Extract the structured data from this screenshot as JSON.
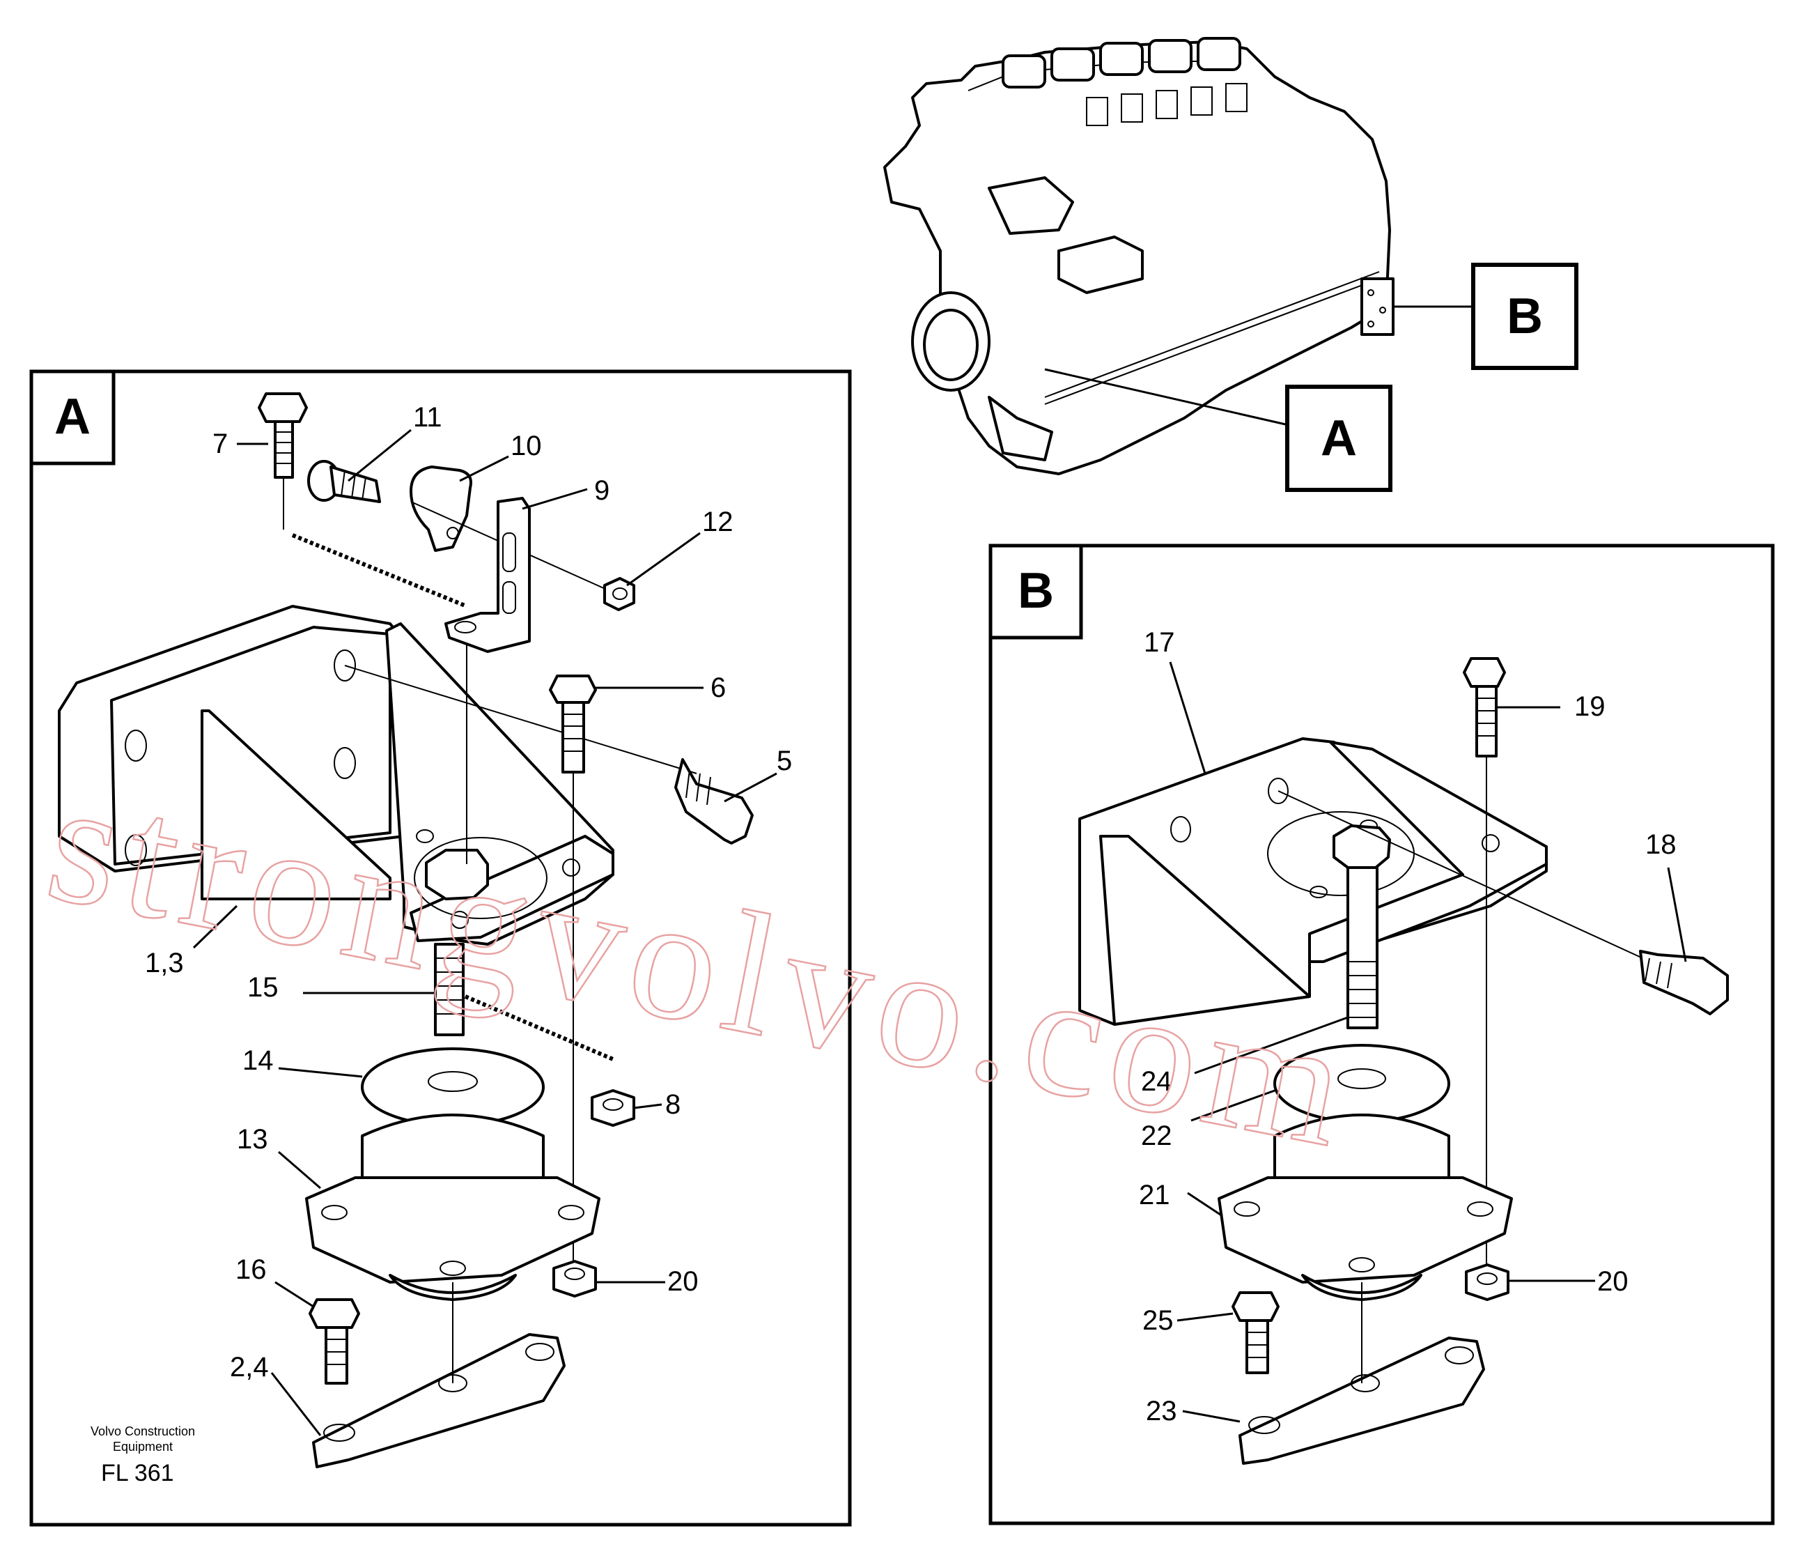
{
  "views": {
    "A": {
      "label": "A"
    },
    "B": {
      "label": "B"
    },
    "callout_A": "A",
    "callout_B": "B"
  },
  "part_labels": {
    "p7": "7",
    "p11": "11",
    "p10": "10",
    "p9": "9",
    "p12": "12",
    "p6": "6",
    "p5": "5",
    "p1_3": "1,3",
    "p15": "15",
    "p14": "14",
    "p8": "8",
    "p13": "13",
    "p16": "16",
    "p20a": "20",
    "p2_4": "2,4",
    "p17": "17",
    "p19": "19",
    "p18": "18",
    "p24": "24",
    "p22": "22",
    "p21": "21",
    "p20b": "20",
    "p25": "25",
    "p23": "23"
  },
  "footer": {
    "company_line1": "Volvo Construction",
    "company_line2": "Equipment",
    "code": "FL 361"
  },
  "watermark": "strongvolvo.com",
  "colors": {
    "watermark": "#e8a2a2",
    "line": "#000000"
  }
}
